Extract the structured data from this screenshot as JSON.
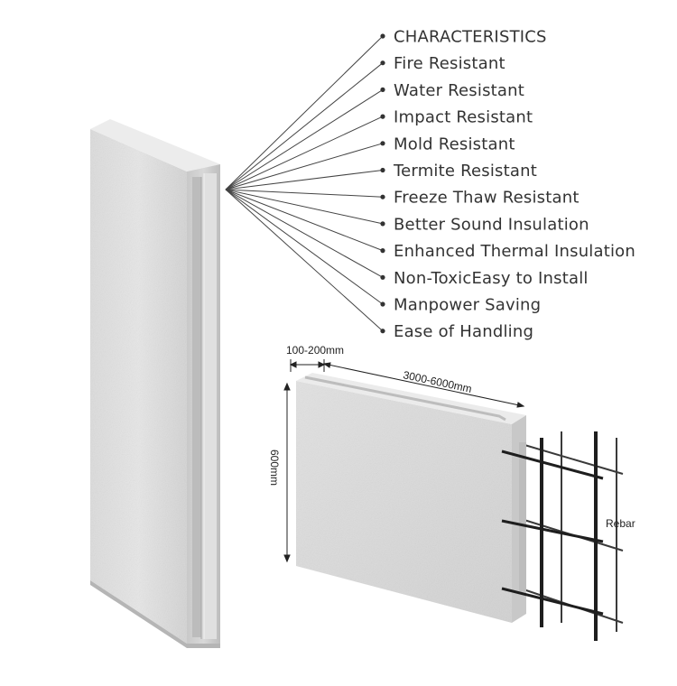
{
  "features": {
    "items": [
      "CHARACTERISTICS",
      "Fire Resistant",
      "Water Resistant",
      "Impact Resistant",
      "Mold Resistant",
      "Termite Resistant",
      "Freeze Thaw Resistant",
      "Better Sound Insulation",
      "Enhanced Thermal Insulation",
      "Non-ToxicEasy to Install",
      "Manpower Saving",
      "Ease of Handling"
    ]
  },
  "dimensions": {
    "thickness": "100-200mm",
    "length": "3000-6000mm",
    "height": "600mm",
    "rebar": "Rebar"
  },
  "colors": {
    "text": "#333333",
    "line": "#444444",
    "panel_light": "#e4e4e4",
    "panel_mid": "#cdcdcd",
    "rebar": "#2a2a2a"
  }
}
